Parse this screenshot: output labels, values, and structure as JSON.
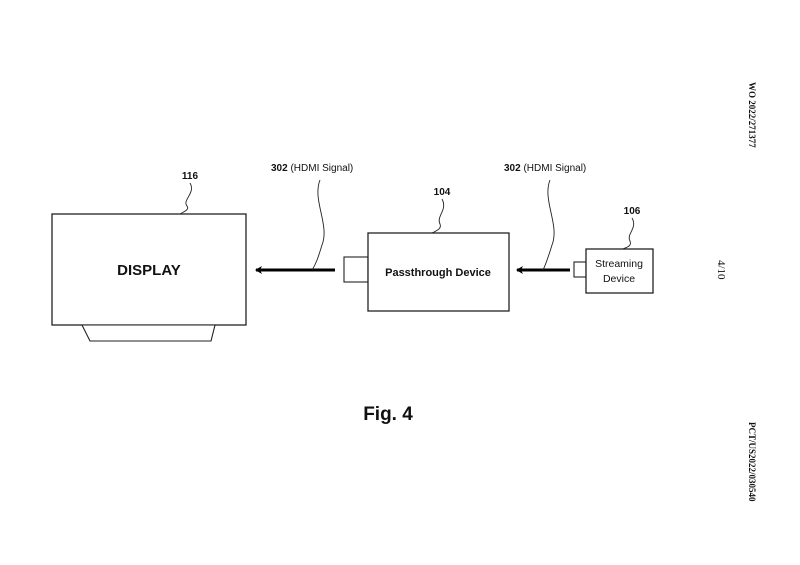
{
  "header": {
    "publication_number": "WO 2022/271377",
    "sheet": "4/10",
    "application_number": "PCT/US2022/030540"
  },
  "diagram": {
    "display": {
      "ref": "116",
      "label": "DISPLAY"
    },
    "passthrough": {
      "ref": "104",
      "label": "Passthrough Device"
    },
    "streaming": {
      "ref": "106",
      "label_line1": "Streaming",
      "label_line2": "Device"
    },
    "signal_left": {
      "ref": "302",
      "label": "(HDMI Signal)"
    },
    "signal_right": {
      "ref": "302",
      "label": "(HDMI Signal)"
    }
  },
  "figure_caption": "Fig. 4"
}
